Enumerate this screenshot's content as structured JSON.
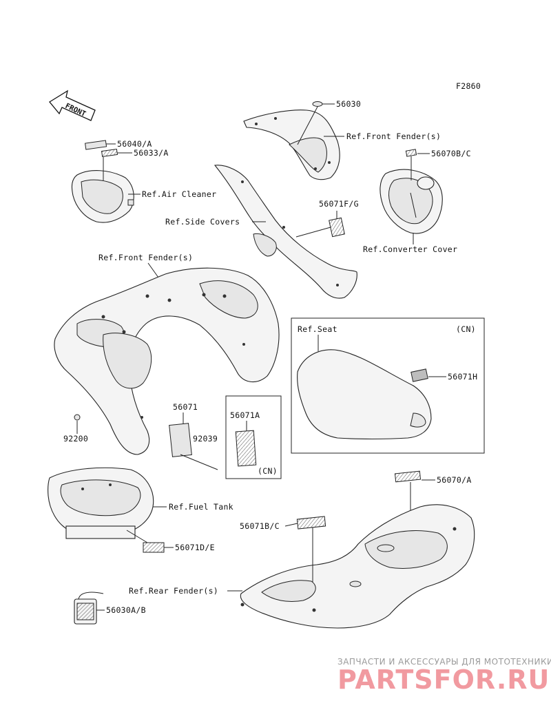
{
  "figure_code": "F2860",
  "front_arrow": "FRONT",
  "labels": {
    "p56030": "56030",
    "ref_front_fender_top": "Ref.Front Fender(s)",
    "p56070bc": "56070B/C",
    "p56040a": "56040/A",
    "p56033a": "56033/A",
    "ref_air_cleaner": "Ref.Air Cleaner",
    "ref_side_covers": "Ref.Side Covers",
    "p56071fg": "56071F/G",
    "ref_converter_cover": "Ref.Converter Cover",
    "ref_front_fender_main": "Ref.Front Fender(s)",
    "ref_seat": "Ref.Seat",
    "cn_seat": "(CN)",
    "p56071h": "56071H",
    "p56071": "56071",
    "p92039": "92039",
    "p92200": "92200",
    "p56071a": "56071A",
    "cn_box": "(CN)",
    "ref_fuel_tank": "Ref.Fuel Tank",
    "p56071de": "56071D/E",
    "p56070a": "56070/A",
    "p56071bc": "56071B/C",
    "ref_rear_fender": "Ref.Rear Fender(s)",
    "p56030ab": "56030A/B"
  },
  "watermark": {
    "tagline": "ЗАПЧАСТИ И АКСЕССУАРЫ ДЛЯ МОТОТЕХНИКИ",
    "brand": "PARTSFOR.RU"
  }
}
